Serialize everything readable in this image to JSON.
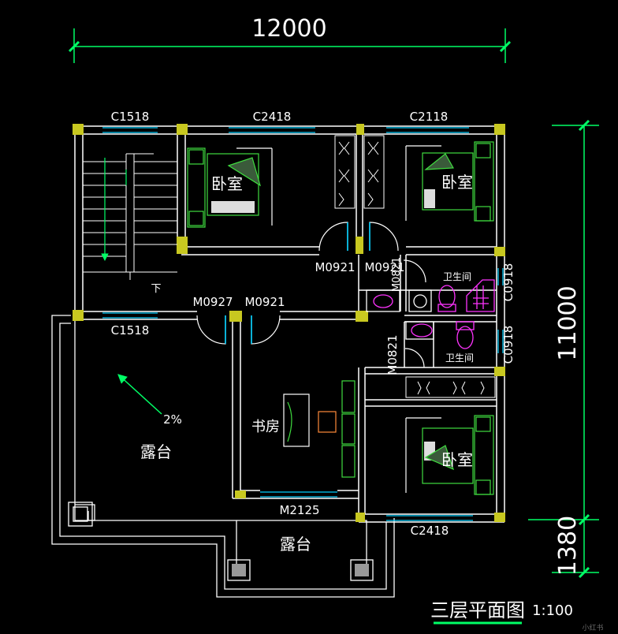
{
  "drawing": {
    "title": "三层平面图",
    "scale": "1:100",
    "watermark": "小红书"
  },
  "dimensions": {
    "overall_width": "12000",
    "overall_depth": "11000",
    "lower_depth": "1380"
  },
  "labels": {
    "window_c1518_top": "C1518",
    "window_c2418_top": "C2418",
    "window_c2118_top": "C2118",
    "window_c1518_mid": "C1518",
    "window_c2418_bottom": "C2418",
    "window_c0918_a": "C0918",
    "window_c0918_b": "C0918",
    "door_m0921_a": "M0921",
    "door_m0921_b": "M0921",
    "door_m0927": "M0927",
    "door_m0921_c": "M0921",
    "door_m0821_a": "M0821",
    "door_m0821_b": "M0821",
    "door_m2125": "M2125",
    "stair_down": "下",
    "slope": "2%"
  },
  "rooms": {
    "bedroom_1": "卧室",
    "bedroom_2": "卧室",
    "bedroom_3": "卧室",
    "bathroom_1": "卫生间",
    "bathroom_2": "卫生间",
    "study": "书房",
    "terrace_large": "露台",
    "terrace_small": "露台"
  },
  "colors": {
    "wall": "#ffffff",
    "window": "#00d0ff",
    "dimension": "#00ff66",
    "fixture_magenta": "#ff33ff",
    "column": "#c8c820",
    "furniture": "#3fdc3f",
    "annotation": "#00ff66"
  }
}
